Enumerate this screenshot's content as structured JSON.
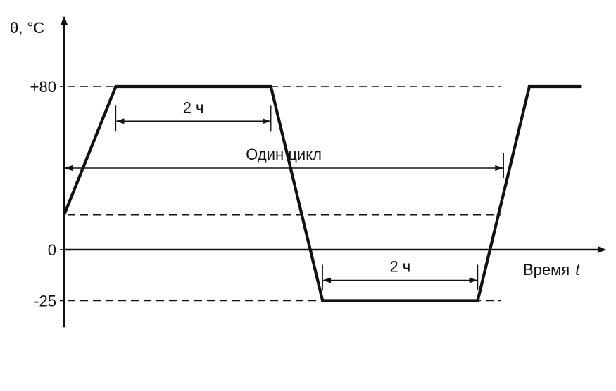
{
  "chart_data": {
    "type": "line",
    "ylabel": "θ, °C",
    "xlabel": "Время",
    "xlabel_var": "t",
    "y_ticks": [
      {
        "value": 80,
        "label": "+80"
      },
      {
        "value": 0,
        "label": "0"
      },
      {
        "value": -25,
        "label": "-25"
      }
    ],
    "ylim": [
      -38,
      108
    ],
    "series": [
      {
        "x": [
          0,
          1.2,
          4.8,
          6.0,
          9.6,
          10.8,
          12.0
        ],
        "y": [
          17,
          80,
          80,
          -25,
          -25,
          80,
          80
        ]
      }
    ],
    "reference_levels": [
      80,
      17,
      -25
    ],
    "annotations": [
      {
        "label": "2 ч",
        "x_from": 1.2,
        "x_to": 4.8,
        "y": 63
      },
      {
        "label": "Один цикл",
        "x_from": 0,
        "x_to": 10.2,
        "y": 40
      },
      {
        "label": "2 ч",
        "x_from": 6.0,
        "x_to": 9.6,
        "y": -15
      }
    ],
    "colors": {
      "line": "#111111",
      "axis": "#111111"
    }
  }
}
